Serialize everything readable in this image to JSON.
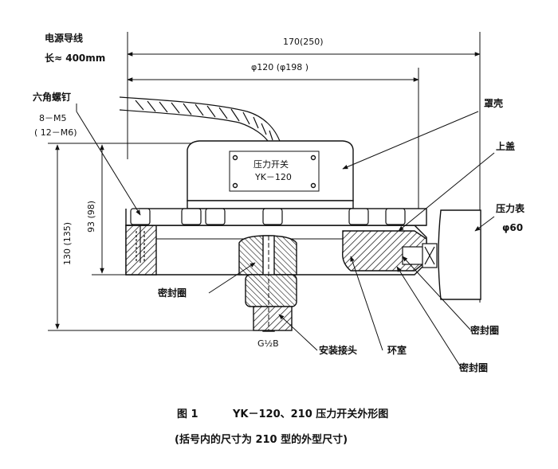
{
  "labels": {
    "power_lead": "电源导线",
    "lead_length": "长≈ 400mm",
    "hex_screw": "六角螺钉",
    "screw_spec_1": "8－M5",
    "screw_spec_2": "( 12－M6)",
    "cover": "罩壳",
    "upper_cover": "上盖",
    "pressure_gauge": "压力表",
    "gauge_size": "φ60",
    "seal_ring_left": "密封圈",
    "mount_fitting": "安装接头",
    "ring_chamber": "环室",
    "seal_ring_right_1": "密封圈",
    "seal_ring_right_2": "密封圈",
    "thread_spec": "G½B",
    "nameplate_line1": "压力开关",
    "nameplate_line2": "YK－120"
  },
  "dimensions": {
    "overall_width": "170(250)",
    "diameter": "φ120 (φ198 )",
    "height_total": "130 (135)",
    "height_body": "93 (98)"
  },
  "caption": {
    "line1_fig": "图 1",
    "line1_title": "YK－120、210   压力开关外形图",
    "line2": "(括号内的尺寸为 210 型的外型尺寸)"
  }
}
